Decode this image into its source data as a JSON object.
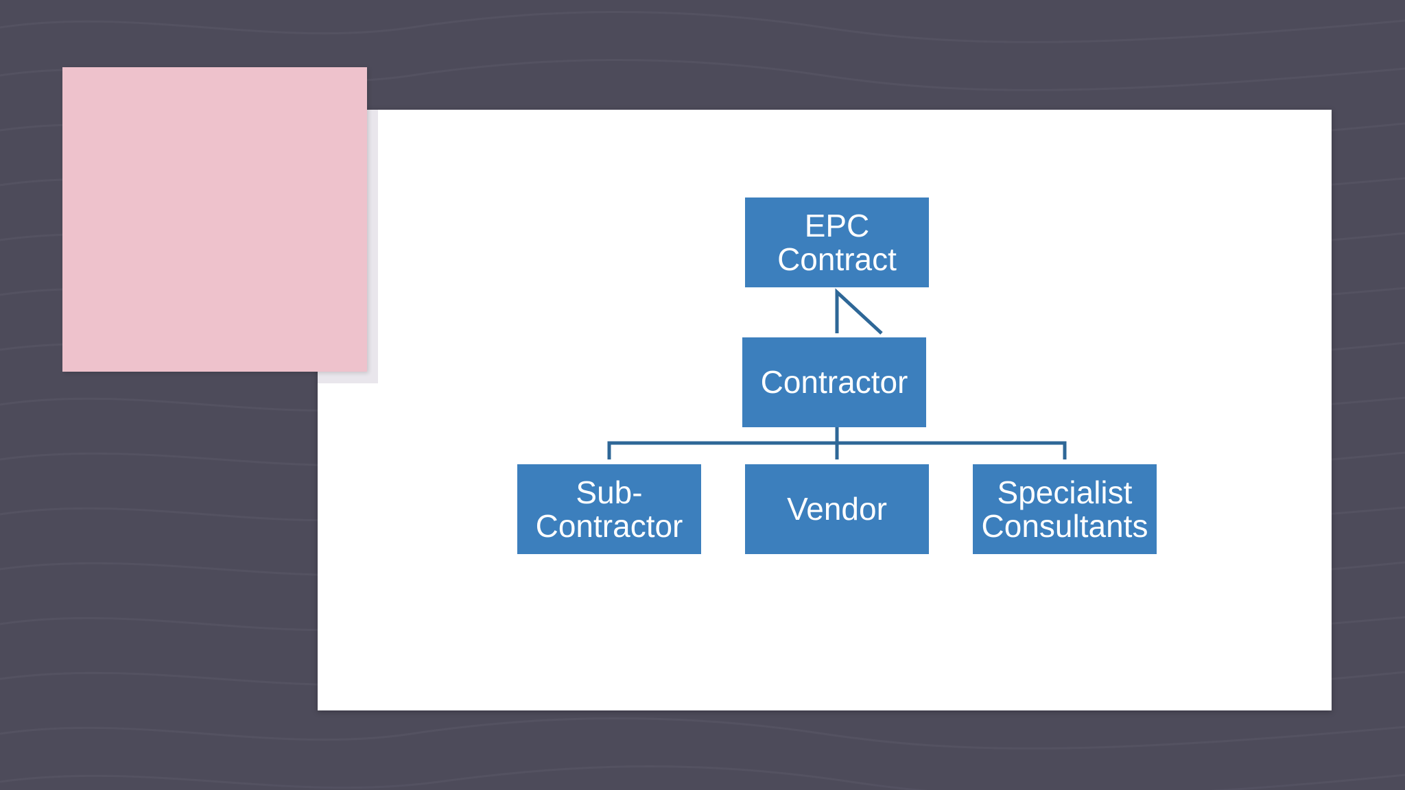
{
  "diagram": {
    "root": {
      "lines": [
        "EPC",
        "Contract"
      ]
    },
    "middle": {
      "label": "Contractor"
    },
    "children": [
      {
        "lines": [
          "Sub-",
          "Contractor"
        ]
      },
      {
        "lines": [
          "Vendor"
        ]
      },
      {
        "lines": [
          "Specialist",
          "Consultants"
        ]
      }
    ]
  },
  "colors": {
    "background": "#4d4b5a",
    "node_fill": "#3c7fbd",
    "connector": "#2e6797",
    "accent_square": "#eec2cc",
    "card": "#ffffff"
  }
}
